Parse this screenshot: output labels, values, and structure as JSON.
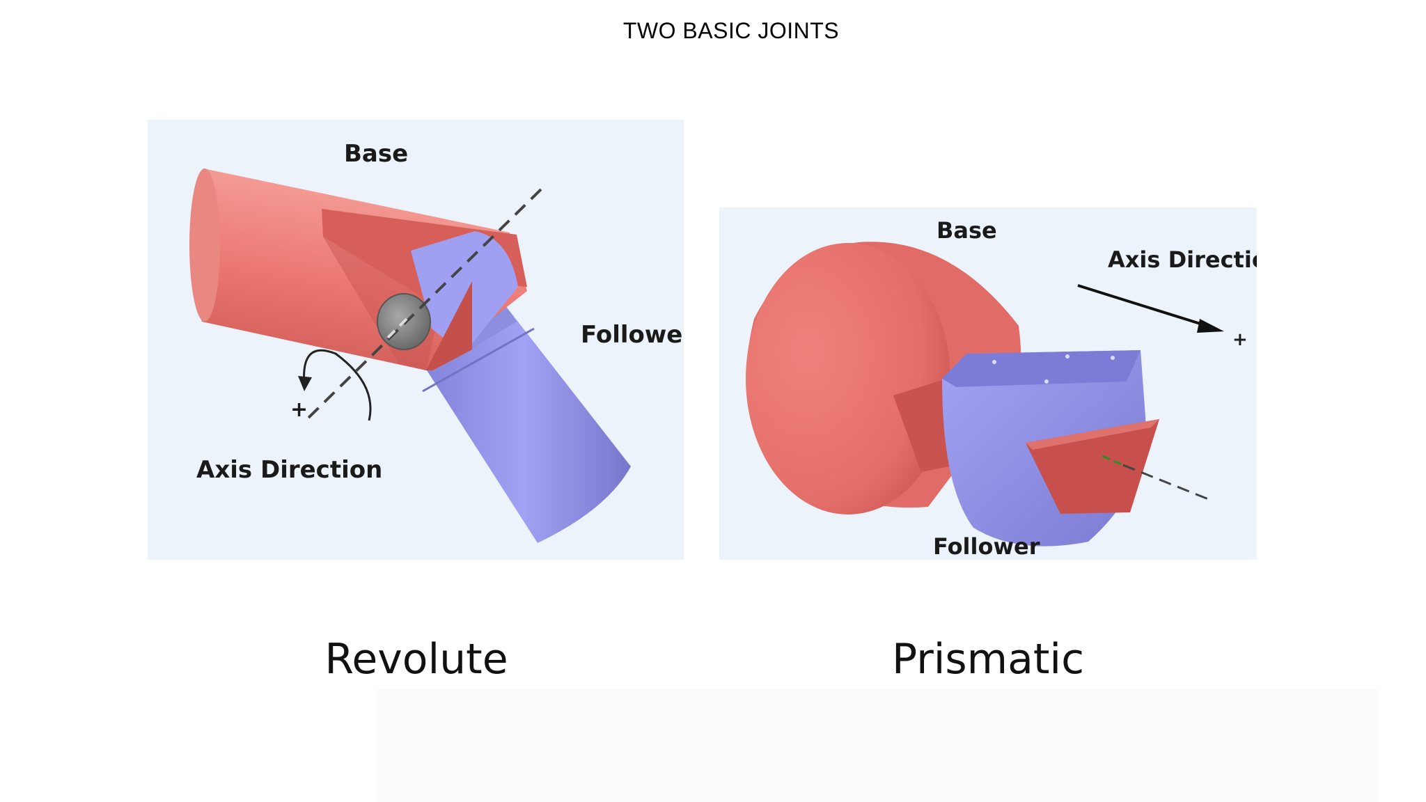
{
  "title": "TWO BASIC JOINTS",
  "revolute": {
    "caption": "Revolute",
    "labels": {
      "base": "Base",
      "follower": "Follower",
      "axis_direction": "Axis Direction",
      "plus": "+"
    }
  },
  "prismatic": {
    "caption": "Prismatic",
    "labels": {
      "base": "Base",
      "follower": "Follower",
      "axis_direction": "Axis Direction",
      "plus": "+"
    }
  },
  "colors": {
    "base": "#e8726f",
    "follower": "#9b9bef",
    "panel": "#edf3fb"
  }
}
